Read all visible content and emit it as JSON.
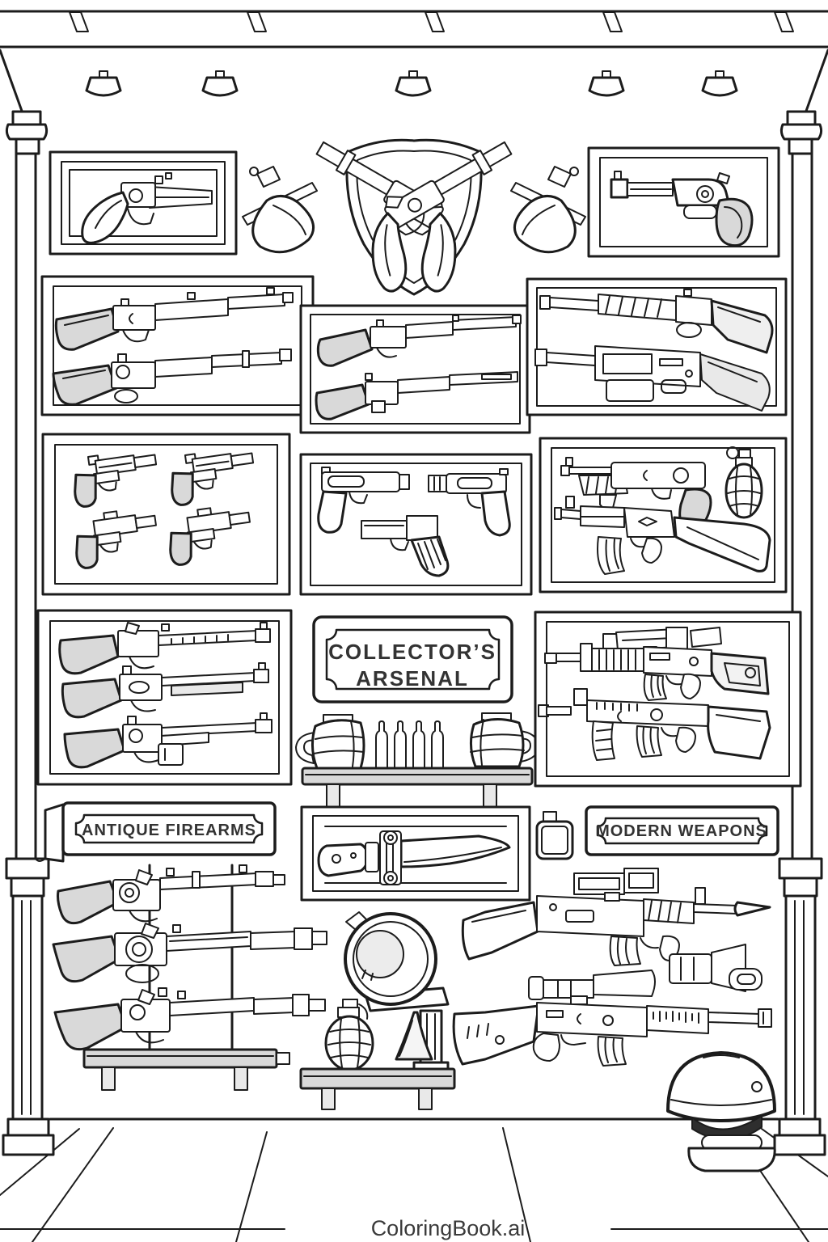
{
  "artwork": {
    "type": "coloring-book-line-art",
    "scene": "Weapon collector's display room with framed firearms, signs, shelves and racks",
    "watermark": "ColoringBook.ai"
  },
  "signs": {
    "main_line1": "COLLECTOR’S",
    "main_line2": "ARSENAL",
    "left": "ANTIQUE FIREARMS",
    "right": "MODERN WEAPONS"
  },
  "colors": {
    "background": "#ffffff",
    "line": "#1c1c1c",
    "shade_light": "#d9d9d9",
    "shade_dark": "#2e2e2e",
    "sign_text": "#333333",
    "watermark_text": "#3a3a3a"
  },
  "display_items": [
    "framed-antique-pistol",
    "crossed-flintlock-pistols-shield-plaque",
    "left-dagger",
    "right-dagger",
    "framed-revolver",
    "framed-rifle-pair-left",
    "framed-rifle-pair-center",
    "framed-shotgun-pair-right",
    "framed-pistol-grid-of-four",
    "framed-pistol-trio",
    "framed-smg-grenade-and-ak",
    "framed-rifle-trio",
    "collectors-arsenal-sign",
    "supply-shelf-with-jugs-and-bottles",
    "framed-assault-rifle-pair",
    "antique-firearms-sign",
    "framed-bayonet-knife",
    "hip-flask",
    "modern-weapons-sign",
    "antique-musket-rack",
    "display-shelf-left",
    "helmet-bowl-on-pedestal",
    "hand-grenade",
    "scoped-rifle-with-optic",
    "scoped-sniper-rifle",
    "spare-scope-and-sling",
    "combat-helmet-stand",
    "ceiling-lights",
    "left-pillar",
    "right-pillar",
    "tiled-floor"
  ]
}
